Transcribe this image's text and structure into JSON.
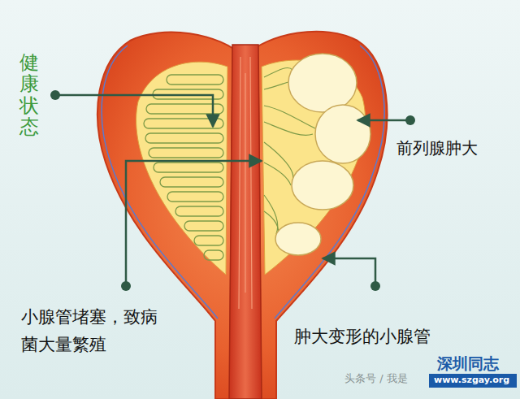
{
  "diagram": {
    "labels": [
      "健康状态",
      "前列腺肿大",
      "小腺管堵塞，致病菌大量繁殖",
      "肿大变形的小腺管",
      "头条号 / 我是",
      "深圳同志",
      "www.szgay.org"
    ]
  }
}
